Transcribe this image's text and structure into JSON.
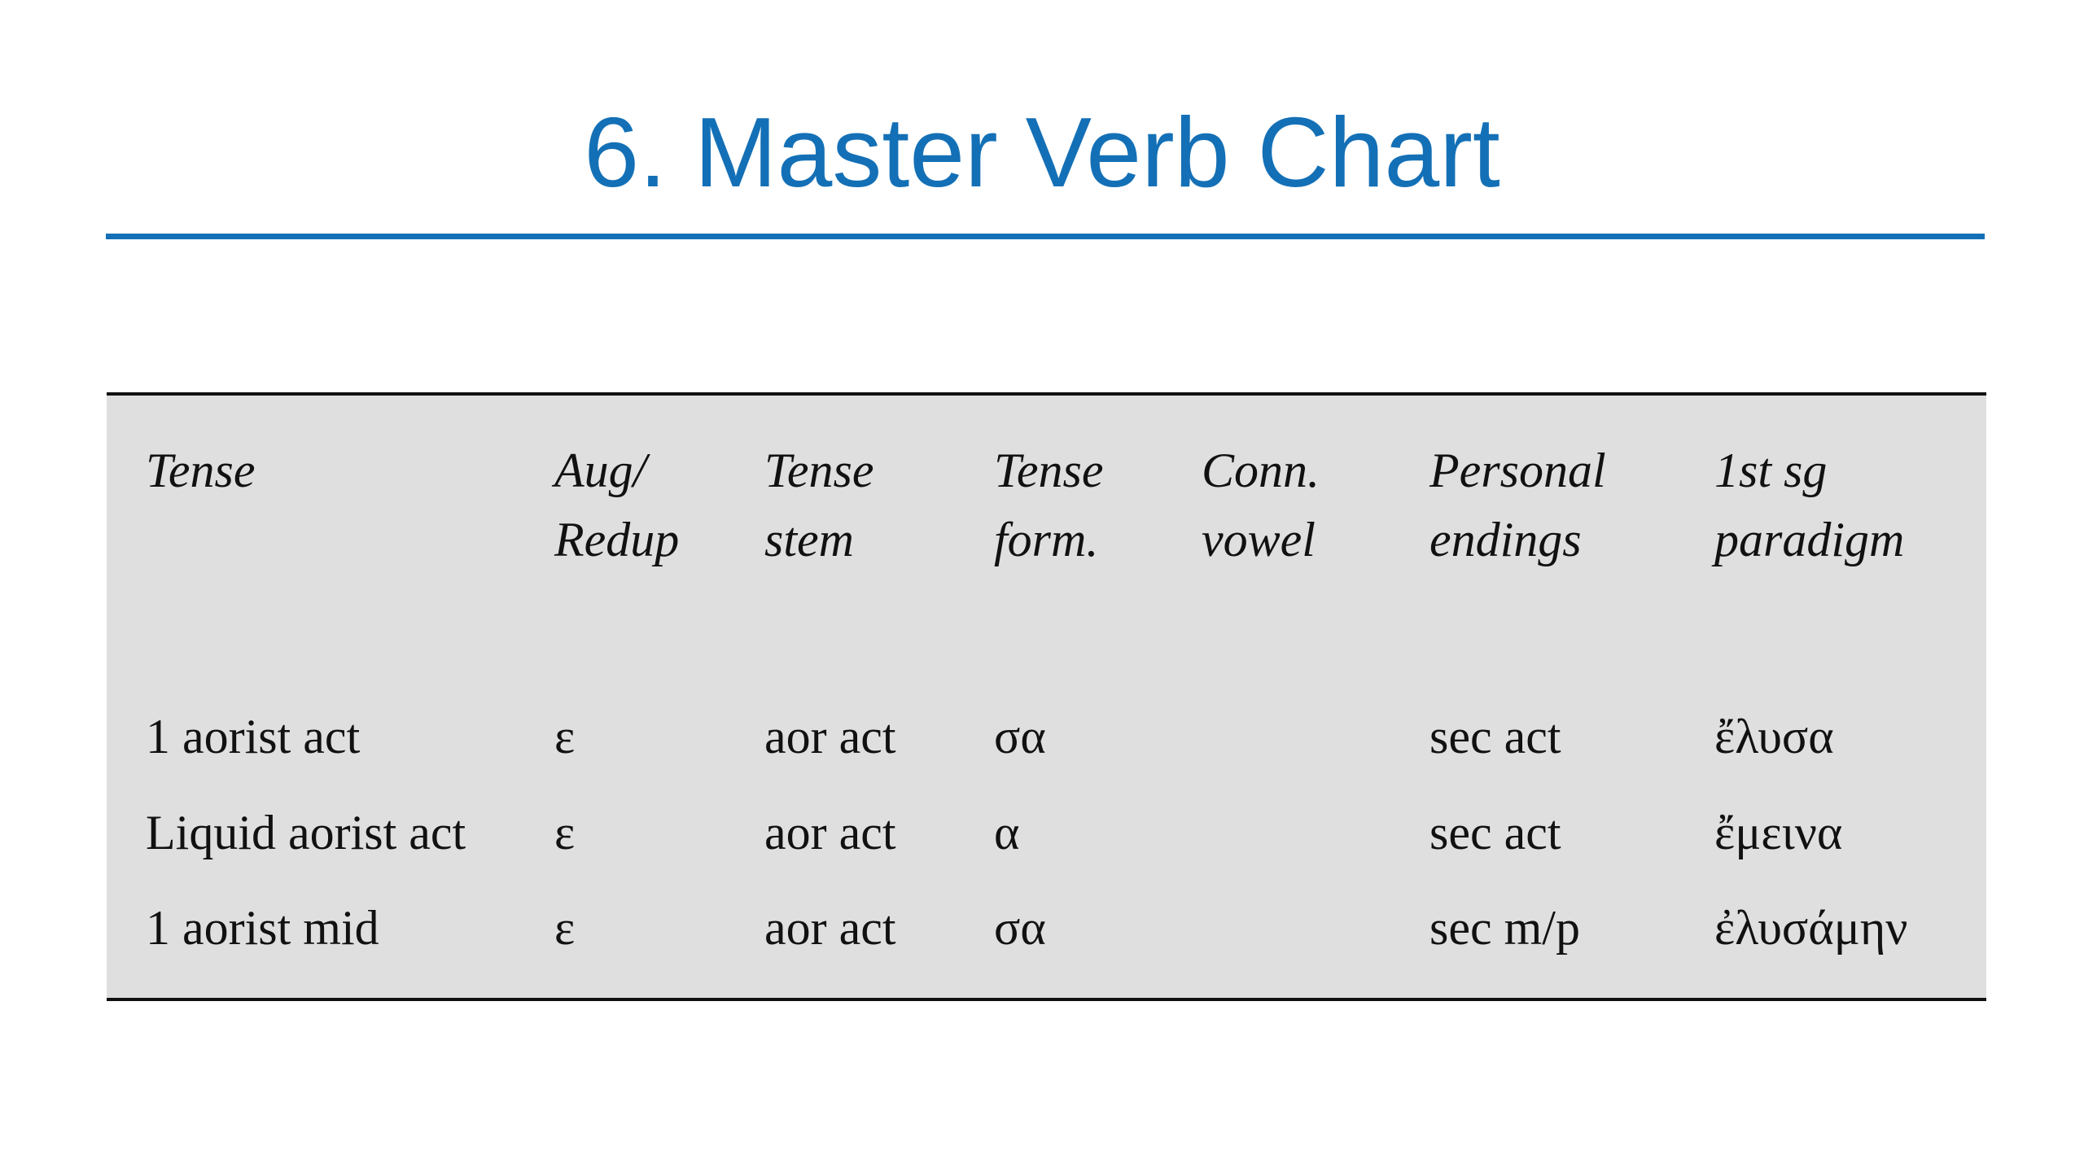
{
  "title": "6. Master Verb Chart",
  "colors": {
    "title": "#1470b6",
    "rule": "#1470b6",
    "table_background": "#dfdfdf",
    "table_border": "#111111"
  },
  "table": {
    "headers": [
      {
        "line1": "Tense",
        "line2": ""
      },
      {
        "line1": "Aug/",
        "line2": "Redup"
      },
      {
        "line1": "Tense",
        "line2": "stem"
      },
      {
        "line1": "Tense",
        "line2": "form."
      },
      {
        "line1": "Conn.",
        "line2": "vowel"
      },
      {
        "line1": "Personal",
        "line2": "endings"
      },
      {
        "line1": "1st sg",
        "line2": "paradigm"
      }
    ],
    "rows": [
      [
        "1 aorist act",
        "ε",
        "aor act",
        "σα",
        "",
        "sec act",
        "ἔλυσα"
      ],
      [
        "Liquid aorist act",
        "ε",
        "aor act",
        "α",
        "",
        "sec act",
        "ἔμεινα"
      ],
      [
        "1 aorist mid",
        "ε",
        "aor act",
        "σα",
        "",
        "sec m/p",
        "ἐλυσάμην"
      ]
    ]
  }
}
